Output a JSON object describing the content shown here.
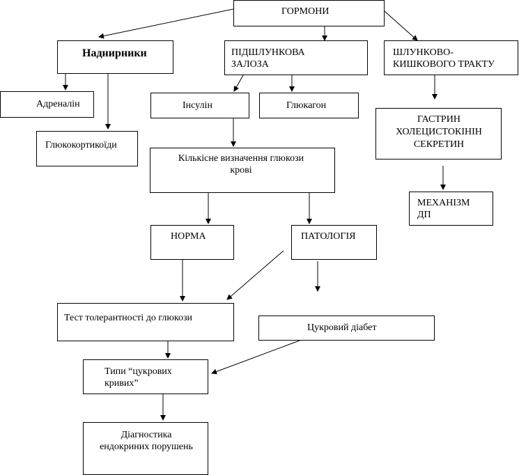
{
  "diagram": {
    "hormones": "ГОРМОНИ",
    "adrenal": "Наднирники",
    "pancreas": "ПІДШЛУНКОВА\nЗАЛОЗА",
    "gi_tract": "ШЛУНКОВО-\nКИШКОВОГО ТРАКТУ",
    "adrenalin": "Адреналін",
    "glucocorticoids": "Глюкокортикоїди",
    "insulin": "Інсулін",
    "glucagon": "Глюкагон",
    "gi_hormones": "ГАСТРИН\nХОЛЕЦИСТОКІНІН\nСЕКРЕТИН",
    "mechanism": "МЕХАНІЗМ\nДП",
    "glucose_quant": "Кількісне визначення глюкози\nкрові",
    "norm": "НОРМА",
    "pathology": "ПАТОЛОГІЯ",
    "tolerance_test": "Тест толерантності до глюкози",
    "diabetes": "Цукровий діабет",
    "sugar_curves": "Типи “цукрових\nкривих”",
    "diagnostics": "Діагностика\nендокриних порушень"
  }
}
